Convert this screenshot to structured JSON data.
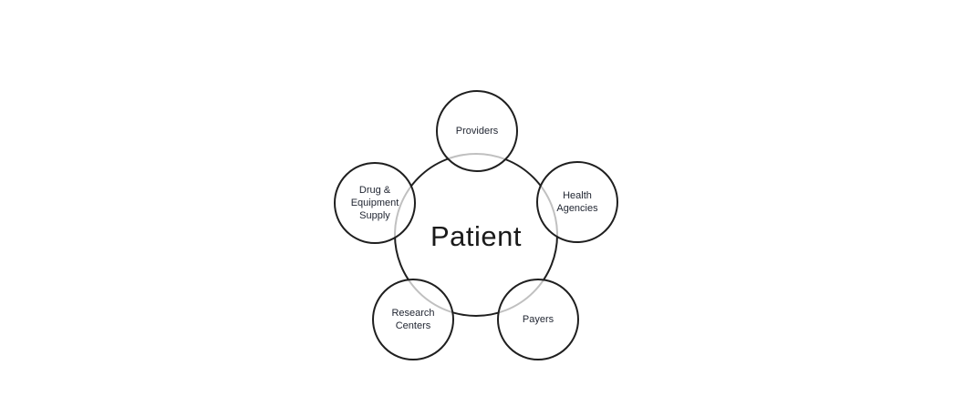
{
  "diagram": {
    "type": "hub-and-spoke",
    "center": {
      "id": "patient",
      "label": "Patient"
    },
    "satellites": [
      {
        "id": "providers",
        "label": "Providers",
        "position": "top"
      },
      {
        "id": "health-agencies",
        "label": "Health Agencies",
        "position": "upper-right"
      },
      {
        "id": "payers",
        "label": "Payers",
        "position": "lower-right"
      },
      {
        "id": "research-centers",
        "label": "Research Centers",
        "position": "lower-left"
      },
      {
        "id": "drug-equipment",
        "label": "Drug & Equipment Supply",
        "position": "upper-left"
      }
    ],
    "colors": {
      "background": "#ffffff",
      "circle_stroke": "#1f1f1f",
      "center_stroke_through_satellite": "#a8a8a8",
      "text": "#1f2430"
    }
  }
}
